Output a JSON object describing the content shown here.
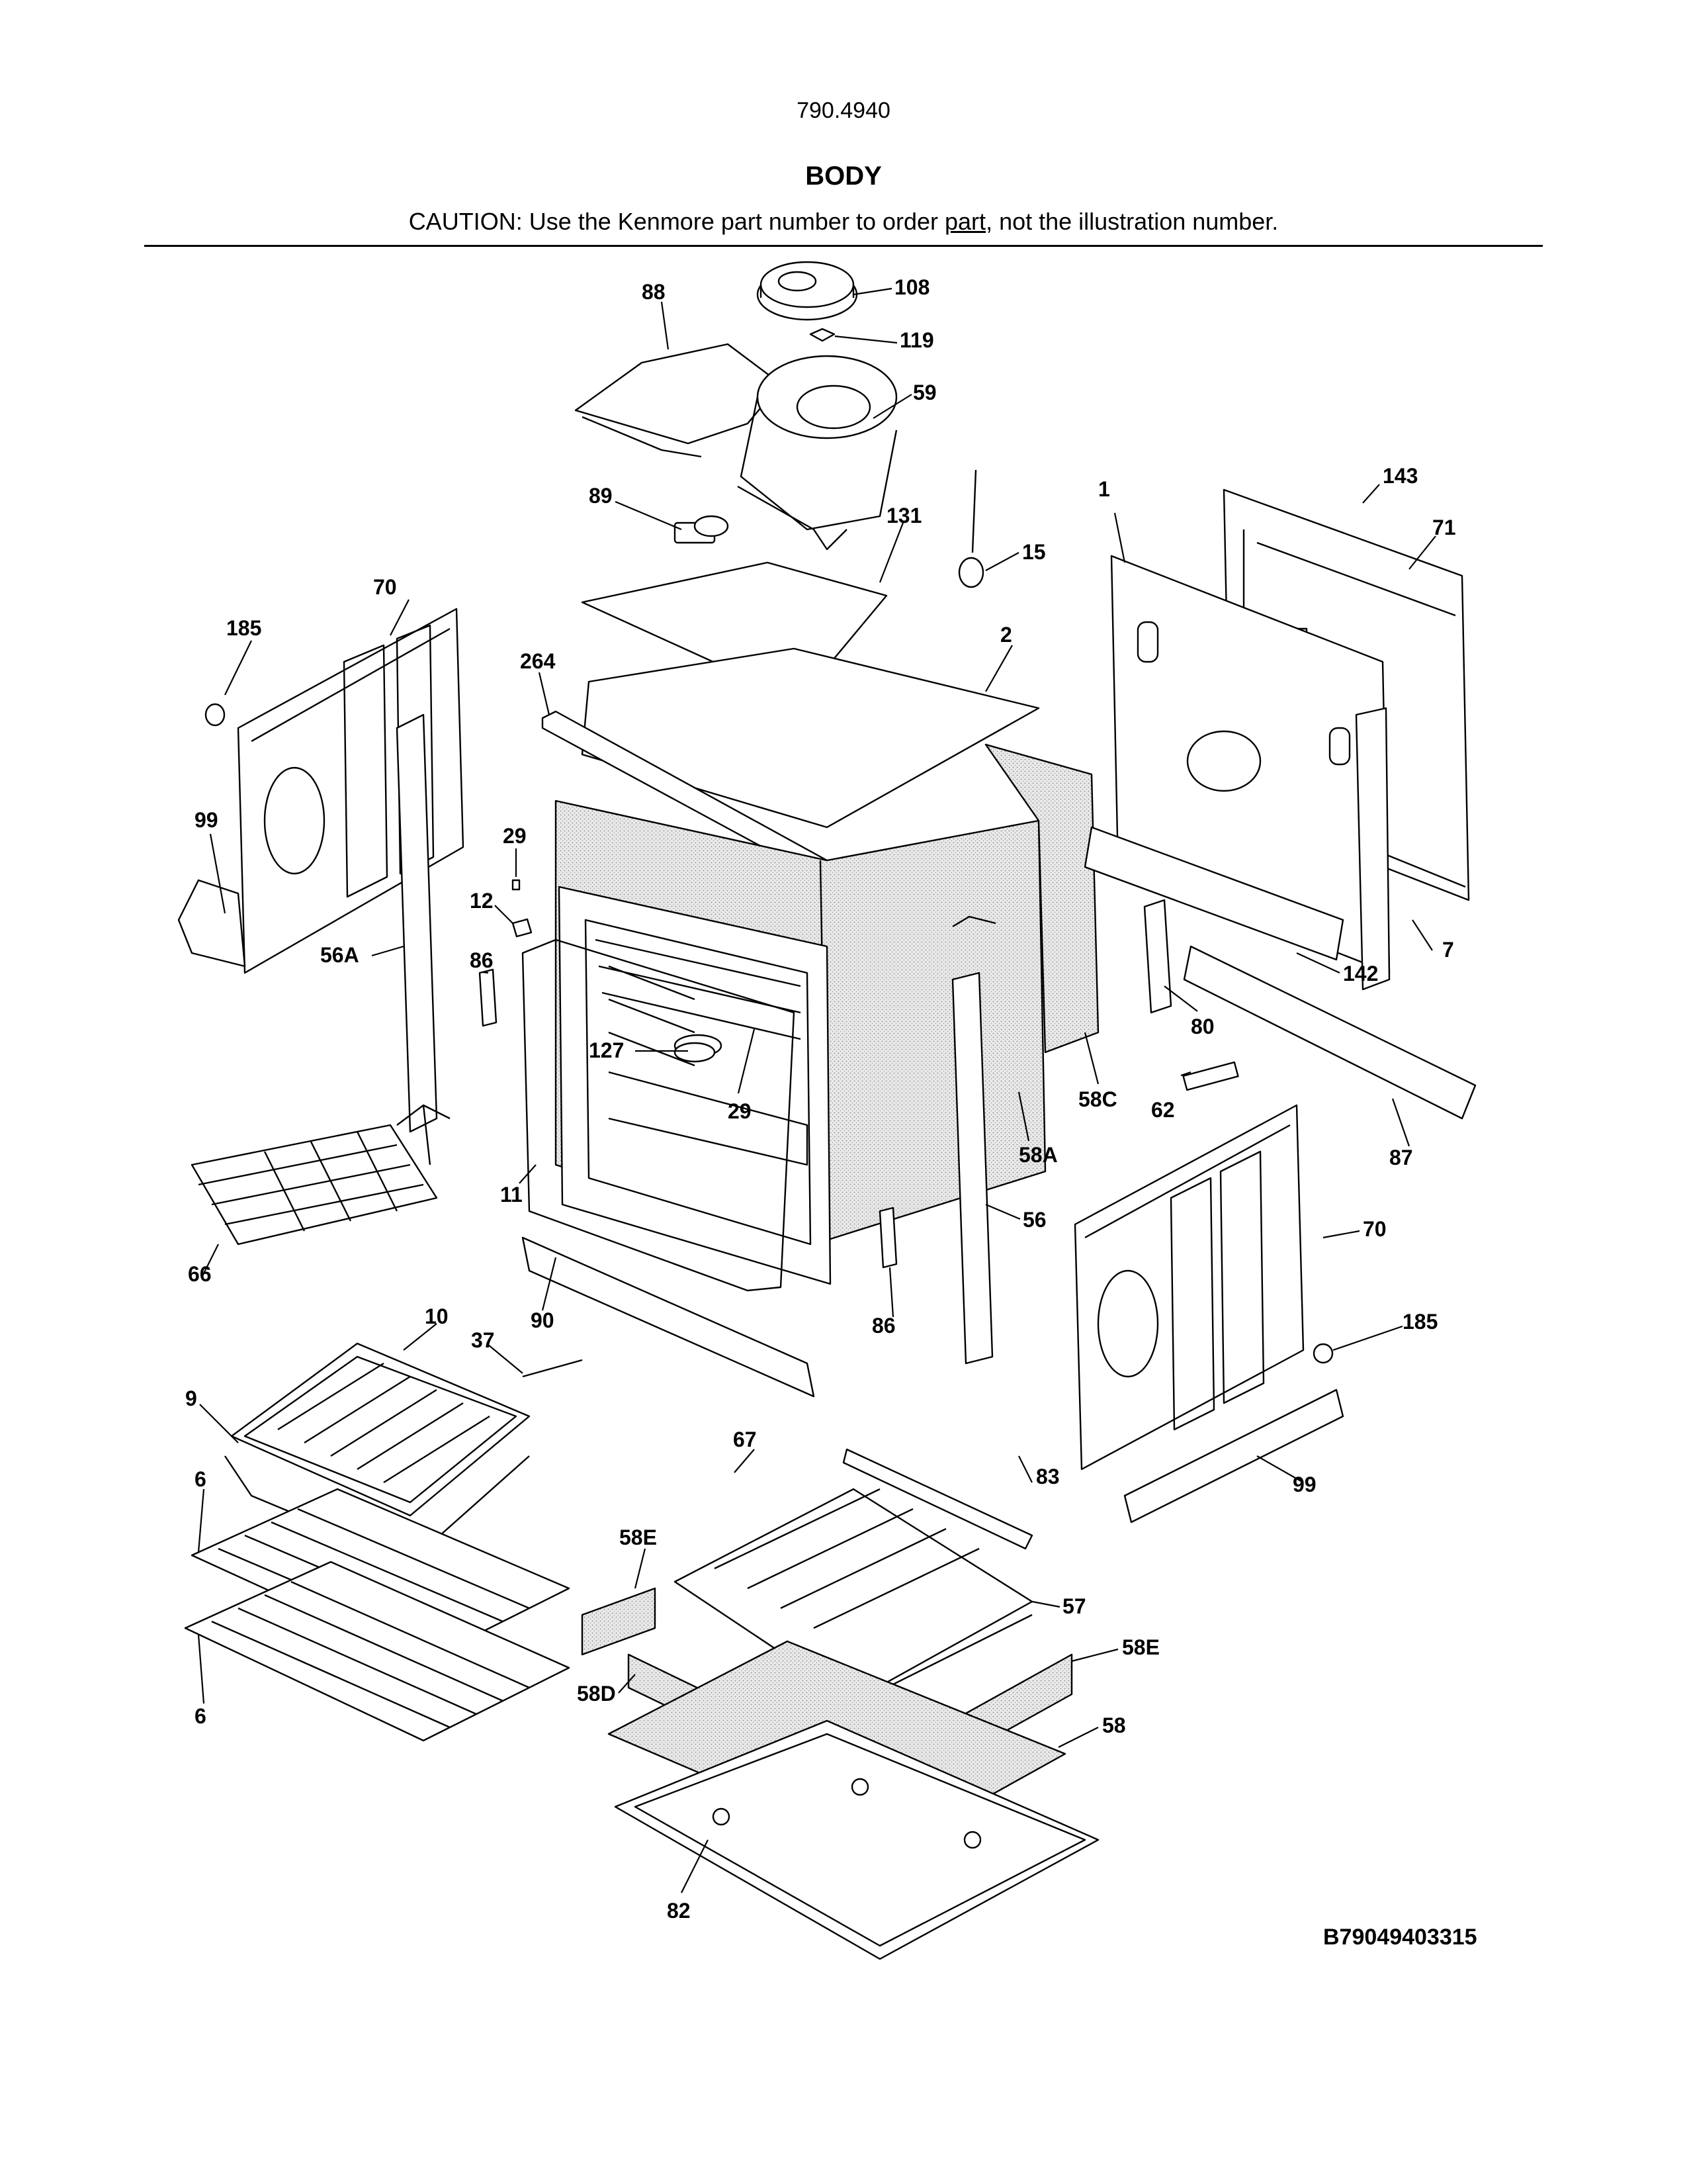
{
  "header": {
    "model": "790.4940",
    "title": "BODY",
    "caution_prefix": "CAUTION: Use the Kenmore part number to order ",
    "caution_link": "part",
    "caution_suffix": ", not the illustration number."
  },
  "footer": {
    "code": "B79049403315"
  },
  "callouts": [
    "88",
    "108",
    "119",
    "59",
    "89",
    "131",
    "15",
    "1",
    "143",
    "71",
    "70",
    "185",
    "264",
    "2",
    "99",
    "29",
    "12",
    "56A",
    "86",
    "127",
    "29",
    "142",
    "7",
    "80",
    "58C",
    "62",
    "58A",
    "87",
    "11",
    "66",
    "56",
    "70",
    "90",
    "86",
    "185",
    "10",
    "37",
    "9",
    "99",
    "67",
    "83",
    "6",
    "58E",
    "57",
    "58E",
    "58D",
    "6",
    "58",
    "82"
  ]
}
